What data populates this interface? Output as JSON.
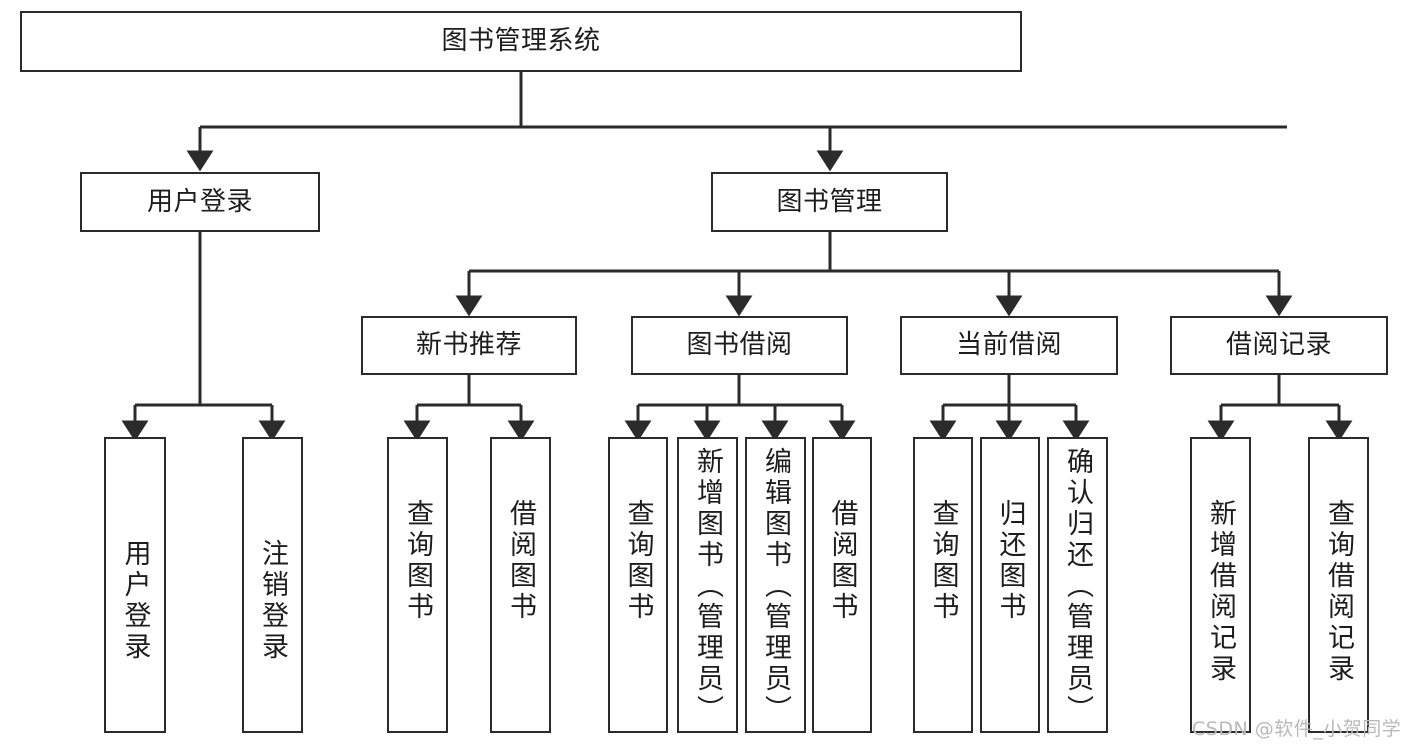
{
  "diagram": {
    "title": "图书管理系统",
    "type": "hierarchy-tree",
    "root": {
      "id": "root",
      "label": "图书管理系统"
    },
    "level1": [
      {
        "id": "user-login",
        "label": "用户登录"
      },
      {
        "id": "book-manage",
        "label": "图书管理"
      }
    ],
    "level2": [
      {
        "id": "new-book-rec",
        "label": "新书推荐",
        "parent": "book-manage"
      },
      {
        "id": "book-borrow",
        "label": "图书借阅",
        "parent": "book-manage"
      },
      {
        "id": "current-borrow",
        "label": "当前借阅",
        "parent": "book-manage"
      },
      {
        "id": "borrow-record",
        "label": "借阅记录",
        "parent": "book-manage"
      }
    ],
    "leaves": [
      {
        "id": "leaf-user-login",
        "label": "用户登录",
        "parent": "user-login"
      },
      {
        "id": "leaf-logout",
        "label": "注销登录",
        "parent": "user-login"
      },
      {
        "id": "leaf-query-book-1",
        "label": "查询图书",
        "parent": "new-book-rec"
      },
      {
        "id": "leaf-borrow-book-1",
        "label": "借阅图书",
        "parent": "new-book-rec"
      },
      {
        "id": "leaf-query-book-2",
        "label": "查询图书",
        "parent": "book-borrow"
      },
      {
        "id": "leaf-add-book",
        "label": "新增图书（管理员）",
        "parent": "book-borrow"
      },
      {
        "id": "leaf-edit-book",
        "label": "编辑图书（管理员）",
        "parent": "book-borrow"
      },
      {
        "id": "leaf-borrow-book-2",
        "label": "借阅图书",
        "parent": "book-borrow"
      },
      {
        "id": "leaf-query-book-3",
        "label": "查询图书",
        "parent": "current-borrow"
      },
      {
        "id": "leaf-return-book",
        "label": "归还图书",
        "parent": "current-borrow"
      },
      {
        "id": "leaf-confirm-return",
        "label": "确认归还（管理员）",
        "parent": "current-borrow"
      },
      {
        "id": "leaf-add-record",
        "label": "新增借阅记录",
        "parent": "borrow-record"
      },
      {
        "id": "leaf-query-record",
        "label": "查询借阅记录",
        "parent": "borrow-record"
      }
    ],
    "colors": {
      "border": "#2b2b2b",
      "text": "#1d1d1d",
      "background": "#ffffff",
      "edge": "#2b2b2b",
      "watermark": "#b9b9b9"
    }
  },
  "watermark": {
    "text": "CSDN @软件_小贺同学"
  }
}
